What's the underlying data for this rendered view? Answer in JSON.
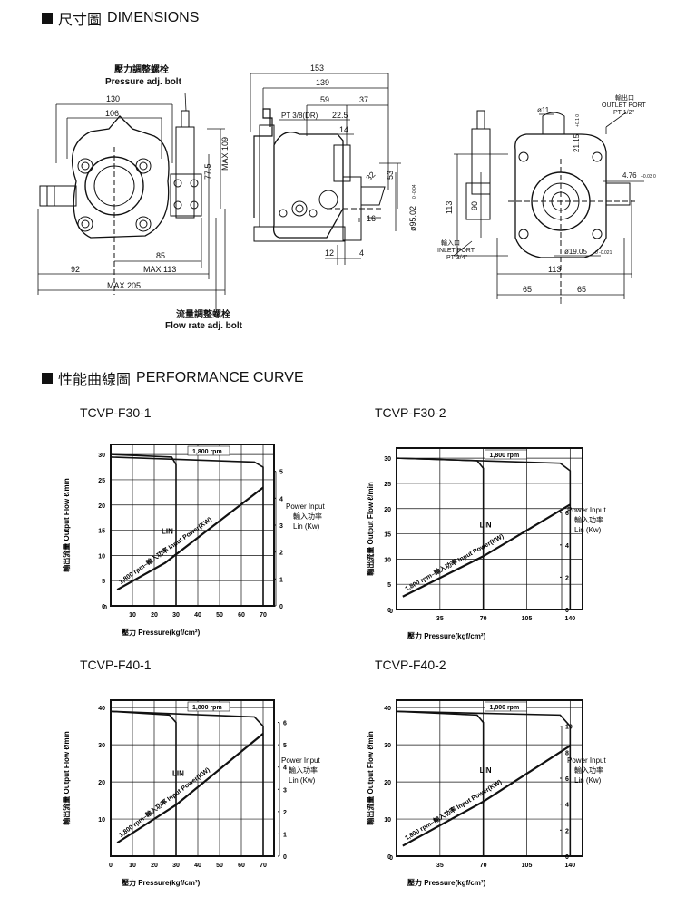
{
  "sections": {
    "dimensions": {
      "zh": "尺寸圖",
      "en": "DIMENSIONS"
    },
    "performance": {
      "zh": "性能曲線圖",
      "en": "PERFORMANCE CURVE"
    }
  },
  "drawing": {
    "pressure_bolt_zh": "壓力調整螺栓",
    "pressure_bolt_en": "Pressure adj. bolt",
    "flow_bolt_zh": "流量調整螺栓",
    "flow_bolt_en": "Flow rate adj. bolt",
    "dims_front": [
      "130",
      "106",
      "77.5",
      "MAX 109",
      "85",
      "92",
      "MAX 113",
      "MAX 205"
    ],
    "dims_side": [
      "153",
      "139",
      "59",
      "37",
      "PT 3/8(DR)",
      "22.5",
      "14",
      "53",
      "32",
      "16",
      "12",
      "4"
    ],
    "phi95": "ø95.02",
    "phi95_tol": "0 -0.04",
    "dims_rear": [
      "ø11",
      "21.15",
      "4.76",
      "113",
      "90",
      "113",
      "65",
      "65"
    ],
    "tol_2115": "+0.1 0",
    "tol_476": "+0.03 0",
    "phi19": "ø19.05",
    "phi19_tol": "0 -0.021",
    "outlet_zh": "輸出口",
    "outlet_en": "OUTLET PORT",
    "outlet_pt": "PT 1/2\"",
    "inlet_zh": "輸入口",
    "inlet_en": "INLET PORT",
    "inlet_pt": "PT 3/4\""
  },
  "charts_text": {
    "ylabel": "輸出流量  Output Flow ℓ/min",
    "xlabel": "壓力 Pressure(kgf/cm²)",
    "power_en": "Power Input",
    "power_zh": "輸入功率",
    "power_unit": "Lin (Kw)",
    "rpm": "1,800 rpm",
    "lin": "LIN",
    "diag_label": "1,800 rpm–輸入功率 Input Power(KW)"
  },
  "chart_data": [
    {
      "type": "line",
      "title": "TCVP-F30-1",
      "xlabel": "壓力 Pressure(kgf/cm²)",
      "ylabel": "輸出流量 Output Flow ℓ/min",
      "y2label": "Power Input 輸入功率 Lin (Kw)",
      "xlim": [
        0,
        75
      ],
      "ylim": [
        0,
        32
      ],
      "y2lim": [
        0,
        6
      ],
      "xticks": [
        10,
        20,
        30,
        40,
        50,
        60,
        70
      ],
      "yticks": [
        0,
        5,
        10,
        15,
        20,
        25,
        30
      ],
      "y2ticks": [
        0,
        1,
        2,
        3,
        4,
        5
      ],
      "series": [
        {
          "name": "1,800 rpm",
          "x": [
            0,
            28,
            30,
            30
          ],
          "y": [
            30,
            29.5,
            28,
            0
          ]
        },
        {
          "name": "1,800 rpm",
          "x": [
            0,
            66,
            70,
            70
          ],
          "y": [
            29.5,
            28.5,
            27.5,
            0
          ]
        },
        {
          "name": "LIN",
          "axis": "y2",
          "x": [
            3,
            25,
            70
          ],
          "y": [
            0.6,
            1.6,
            4.4
          ]
        }
      ]
    },
    {
      "type": "line",
      "title": "TCVP-F30-2",
      "xlabel": "壓力 Pressure(kgf/cm²)",
      "ylabel": "輸出流量 Output Flow ℓ/min",
      "y2label": "Power Input 輸入功率 Lin (Kw)",
      "xlim": [
        0,
        150
      ],
      "ylim": [
        0,
        32
      ],
      "y2lim": [
        0,
        10
      ],
      "xticks": [
        35,
        70,
        105,
        140
      ],
      "yticks": [
        0,
        5,
        10,
        15,
        20,
        25,
        30
      ],
      "y2ticks": [
        0,
        2,
        4,
        6
      ],
      "series": [
        {
          "name": "1,800 rpm",
          "x": [
            0,
            65,
            70,
            70
          ],
          "y": [
            30,
            29.5,
            28,
            0
          ]
        },
        {
          "name": "1,800 rpm",
          "x": [
            0,
            132,
            140,
            140
          ],
          "y": [
            30,
            29,
            27.5,
            0
          ]
        },
        {
          "name": "LIN",
          "axis": "y2",
          "x": [
            5,
            70,
            140
          ],
          "y": [
            0.8,
            3.3,
            6.5
          ]
        }
      ]
    },
    {
      "type": "line",
      "title": "TCVP-F40-1",
      "xlabel": "壓力 Pressure(kgf/cm²)",
      "ylabel": "輸出流量 Output Flow ℓ/min",
      "y2label": "Power Input 輸入功率 Lin (Kw)",
      "xlim": [
        0,
        75
      ],
      "ylim": [
        0,
        42
      ],
      "y2lim": [
        0,
        7
      ],
      "xticks": [
        0,
        10,
        20,
        30,
        40,
        50,
        60,
        70
      ],
      "yticks": [
        10,
        20,
        30,
        40
      ],
      "y2ticks": [
        0,
        1,
        2,
        3,
        4,
        5,
        6
      ],
      "series": [
        {
          "name": "1,800 rpm",
          "x": [
            0,
            27,
            30,
            30
          ],
          "y": [
            39,
            38,
            36,
            0
          ]
        },
        {
          "name": "1,800 rpm",
          "x": [
            0,
            66,
            70,
            70
          ],
          "y": [
            39,
            37.5,
            35,
            0
          ]
        },
        {
          "name": "LIN",
          "axis": "y2",
          "x": [
            3,
            30,
            70
          ],
          "y": [
            0.6,
            2.3,
            5.5
          ]
        }
      ]
    },
    {
      "type": "line",
      "title": "TCVP-F40-2",
      "xlabel": "壓力 Pressure(kgf/cm²)",
      "ylabel": "輸出流量 Output Flow ℓ/min",
      "y2label": "Power Input 輸入功率 Lin (Kw)",
      "xlim": [
        0,
        150
      ],
      "ylim": [
        0,
        42
      ],
      "y2lim": [
        0,
        12
      ],
      "xticks": [
        35,
        70,
        105,
        140
      ],
      "yticks": [
        0,
        10,
        20,
        30,
        40
      ],
      "y2ticks": [
        0,
        2,
        4,
        6,
        8,
        10
      ],
      "series": [
        {
          "name": "1,800 rpm",
          "x": [
            0,
            65,
            70,
            70
          ],
          "y": [
            39,
            38,
            36,
            0
          ]
        },
        {
          "name": "1,800 rpm",
          "x": [
            0,
            132,
            140,
            140
          ],
          "y": [
            39,
            38,
            35,
            0
          ]
        },
        {
          "name": "LIN",
          "axis": "y2",
          "x": [
            5,
            70,
            140
          ],
          "y": [
            0.8,
            4.2,
            8.5
          ]
        }
      ]
    }
  ]
}
